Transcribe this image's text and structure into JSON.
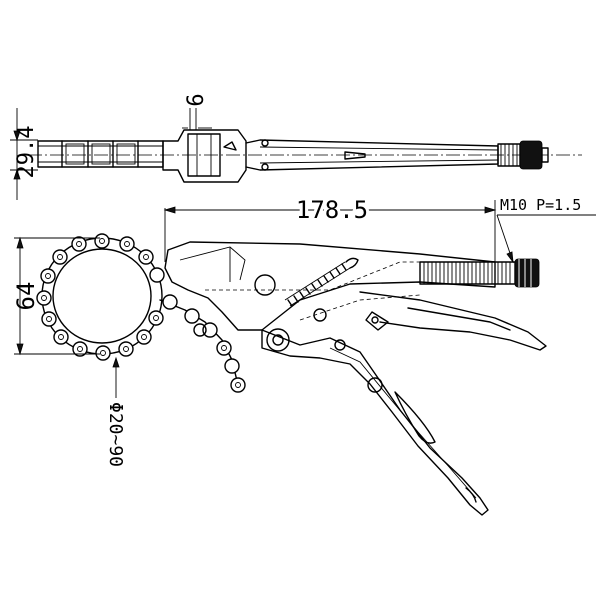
{
  "dimensions": {
    "length": "178.5",
    "height": "64",
    "thickness": "29.4",
    "side_width": "6",
    "thread": "M10 P=1.5",
    "chain_range": "Φ20~90"
  }
}
